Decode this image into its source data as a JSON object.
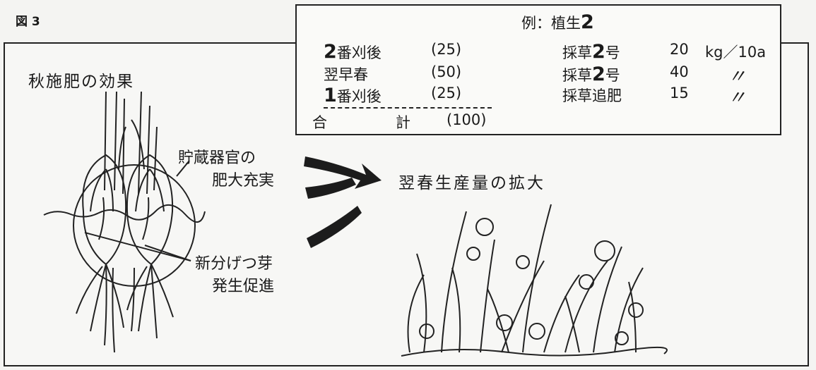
{
  "figure_label": "図 3",
  "example": {
    "heading_prefix": "例：植生",
    "heading_number": "2",
    "rows": [
      {
        "num": "2",
        "timing": "番刈後",
        "pct": "(25)",
        "fert_a": "採草",
        "fert_num": "2",
        "fert_b": "号",
        "amount": "20",
        "unit": "kg／10a"
      },
      {
        "num": "",
        "timing": "翌早春",
        "pct": "(50)",
        "fert_a": "採草",
        "fert_num": "2",
        "fert_b": "号",
        "amount": "40",
        "unit": "〃"
      },
      {
        "num": "1",
        "timing": "番刈後",
        "pct": "(25)",
        "fert_a": "採草追肥",
        "fert_num": "",
        "fert_b": "",
        "amount": "15",
        "unit": "〃"
      }
    ],
    "total_label_1": "合",
    "total_label_2": "計",
    "total_value": "(100)"
  },
  "left_title": "秋施肥の効果",
  "label_storage_line1": "貯蔵器官の",
  "label_storage_line2": "肥大充実",
  "label_tiller_line1": "新分げつ芽",
  "label_tiller_line2": "発生促進",
  "right_title": "翌春生産量の拡大"
}
